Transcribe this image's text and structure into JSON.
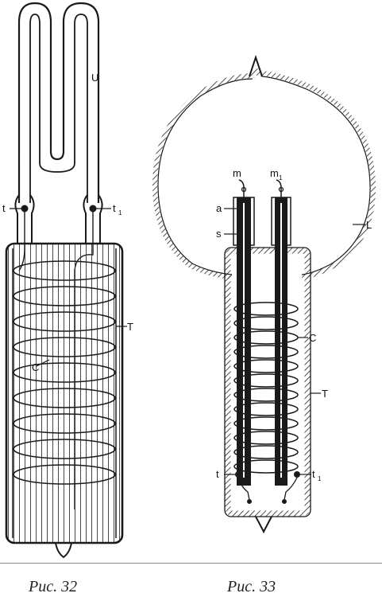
{
  "figures": [
    {
      "caption": "Рис. 32",
      "labels": {
        "U": "U",
        "t": "t",
        "t1": "t",
        "t1_sub": "1",
        "T": "T",
        "C": "C"
      }
    },
    {
      "caption": "Рис. 33",
      "labels": {
        "m": "m",
        "m1": "m",
        "m1_sub": "1",
        "a": "a",
        "s": "s",
        "L": "L",
        "C": "C",
        "T": "T",
        "t": "t",
        "t1": "t",
        "t1_sub": "1"
      }
    }
  ],
  "colors": {
    "ink": "#1a1a1a",
    "paper": "#ffffff",
    "rule": "#8a8a8a"
  }
}
